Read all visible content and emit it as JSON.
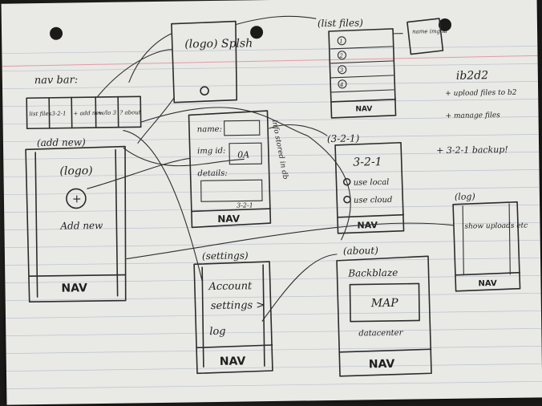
{
  "sketch": {
    "nav_bar_label": "nav bar:",
    "nav_cells": [
      "list files",
      "3-2-1",
      "+ add new",
      "+ /lo 3",
      "? about"
    ],
    "splash": {
      "title": "(logo) Splsh"
    },
    "add_new": {
      "header": "(add new)",
      "logo": "(logo)",
      "plus": "+",
      "caption": "Add new",
      "nav": "NAV"
    },
    "info_form": {
      "name_label": "name:",
      "img_label": "img id:",
      "id_value": "0A",
      "details_label": "details:",
      "version_tag": "3-2-1",
      "nav": "NAV",
      "stored_note": "info stored in db"
    },
    "list_files": {
      "header": "(list files)",
      "items": [
        "1",
        "2",
        "3",
        "4"
      ],
      "nav": "NAV",
      "thumb_text": "name img id"
    },
    "three_two_one": {
      "header": "(3-2-1)",
      "title": "3-2-1",
      "option_local": "use local",
      "option_cloud": "use cloud",
      "nav": "NAV"
    },
    "settings": {
      "header": "(settings)",
      "line1": "Account",
      "line2": "settings >",
      "log": "log",
      "nav": "NAV"
    },
    "about": {
      "header": "(about)",
      "title": "Backblaze",
      "map": "MAP",
      "caption": "datacenter",
      "nav": "NAV"
    },
    "log_screen": {
      "header": "(log)",
      "text": "show uploads etc",
      "nav": "NAV"
    },
    "notes": {
      "title": "ib2d2",
      "bullets": [
        "+ upload files to b2",
        "+ manage files",
        "+ 3-2-1 backup!"
      ]
    }
  }
}
